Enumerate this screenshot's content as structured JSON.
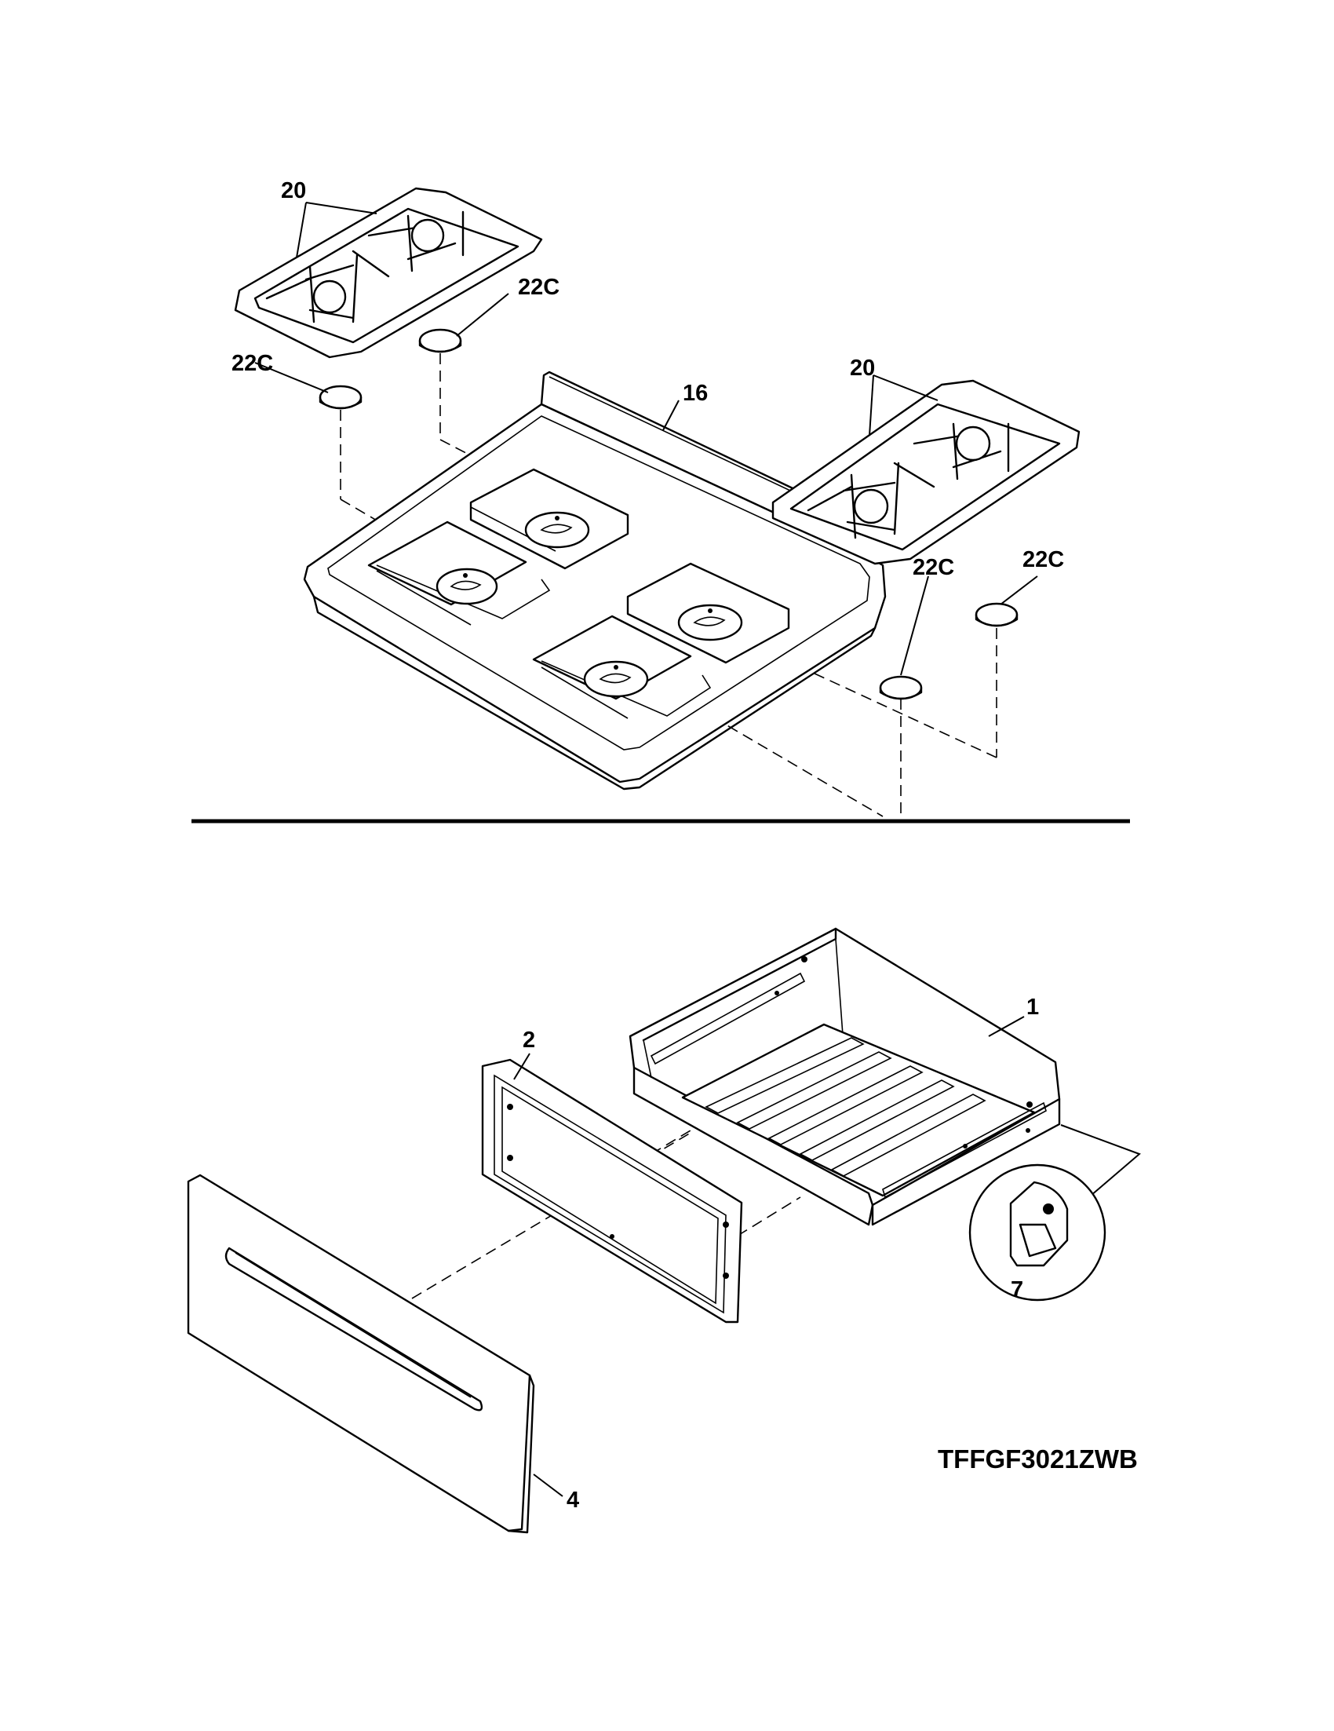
{
  "diagram": {
    "labels": {
      "grate_left": "20",
      "grate_right": "20",
      "foot_1": "22C",
      "foot_2": "22C",
      "foot_3": "22C",
      "foot_4": "22C",
      "cooktop": "16",
      "drawer_body": "1",
      "drawer_liner": "2",
      "drawer_front": "4",
      "clip": "7"
    },
    "model_number": "TFFGF3021ZWB"
  }
}
